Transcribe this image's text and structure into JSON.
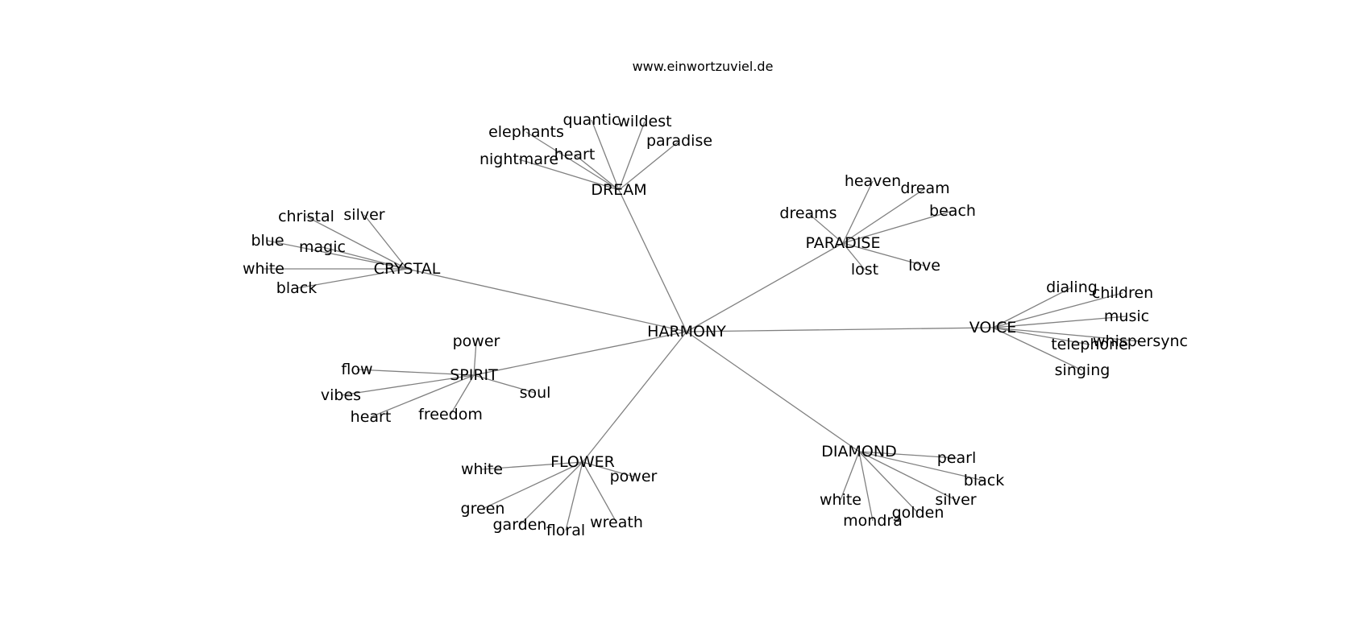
{
  "header": {
    "source_text": "www.einwortzuviel.de"
  },
  "graph": {
    "root": "HARMONY",
    "clusters": [
      {
        "name": "DREAM",
        "words": [
          "elephants",
          "quantic",
          "wildest",
          "paradise",
          "heart",
          "nightmare"
        ]
      },
      {
        "name": "PARADISE",
        "words": [
          "heaven",
          "dream",
          "beach",
          "dreams",
          "lost",
          "love"
        ]
      },
      {
        "name": "CRYSTAL",
        "words": [
          "christal",
          "silver",
          "blue",
          "magic",
          "white",
          "black"
        ]
      },
      {
        "name": "VOICE",
        "words": [
          "dialing",
          "children",
          "music",
          "whispersync",
          "telephone",
          "singing"
        ]
      },
      {
        "name": "SPIRIT",
        "words": [
          "power",
          "flow",
          "vibes",
          "heart",
          "freedom",
          "soul"
        ]
      },
      {
        "name": "FLOWER",
        "words": [
          "white",
          "power",
          "green",
          "garden",
          "floral",
          "wreath"
        ]
      },
      {
        "name": "DIAMOND",
        "words": [
          "pearl",
          "black",
          "white",
          "silver",
          "mondra",
          "golden"
        ]
      }
    ]
  },
  "colors": {
    "edge": "#808080",
    "text": "#000000",
    "background": "#ffffff"
  }
}
